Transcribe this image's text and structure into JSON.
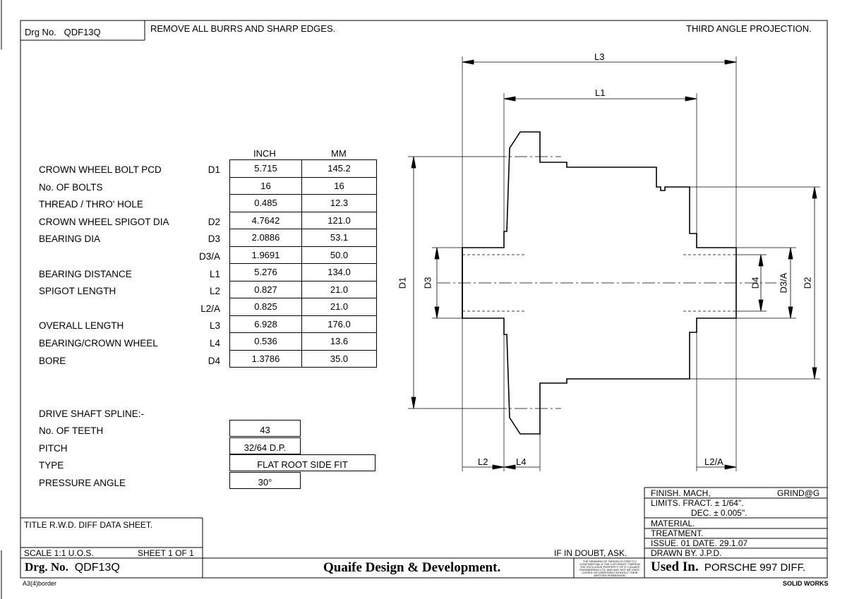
{
  "header": {
    "drg_no_label": "Drg No.",
    "drg_no": "QDF13Q",
    "note": "REMOVE ALL BURRS AND SHARP EDGES.",
    "projection": "THIRD ANGLE PROJECTION."
  },
  "dimensions_table": {
    "col_inch": "INCH",
    "col_mm": "MM",
    "rows": [
      {
        "label": "CROWN WHEEL BOLT PCD",
        "code": "D1",
        "inch": "5.715",
        "mm": "145.2"
      },
      {
        "label": "No. OF BOLTS",
        "code": "",
        "inch": "16",
        "mm": "16"
      },
      {
        "label": "THREAD / THRO' HOLE",
        "code": "",
        "inch": "0.485",
        "mm": "12.3"
      },
      {
        "label": "CROWN WHEEL SPIGOT DIA",
        "code": "D2",
        "inch": "4.7642",
        "mm": "121.0"
      },
      {
        "label": "BEARING DIA",
        "code": "D3",
        "inch": "2.0886",
        "mm": "53.1"
      },
      {
        "label": "",
        "code": "D3/A",
        "inch": "1.9691",
        "mm": "50.0"
      },
      {
        "label": "BEARING DISTANCE",
        "code": "L1",
        "inch": "5.276",
        "mm": "134.0"
      },
      {
        "label": "SPIGOT LENGTH",
        "code": "L2",
        "inch": "0.827",
        "mm": "21.0"
      },
      {
        "label": "",
        "code": "L2/A",
        "inch": "0.825",
        "mm": "21.0"
      },
      {
        "label": "OVERALL LENGTH",
        "code": "L3",
        "inch": "6.928",
        "mm": "176.0"
      },
      {
        "label": "BEARING/CROWN WHEEL",
        "code": "L4",
        "inch": "0.536",
        "mm": "13.6"
      },
      {
        "label": "BORE",
        "code": "D4",
        "inch": "1.3786",
        "mm": "35.0"
      }
    ]
  },
  "spline": {
    "heading": "DRIVE SHAFT SPLINE:-",
    "rows": [
      {
        "label": "No. OF TEETH",
        "value": "43"
      },
      {
        "label": "PITCH",
        "value": "32/64 D.P."
      },
      {
        "label": "TYPE",
        "value": "FLAT ROOT SIDE FIT"
      },
      {
        "label": "PRESSURE ANGLE",
        "value": "30°"
      }
    ]
  },
  "drawing_labels": {
    "L3": "L3",
    "L1": "L1",
    "L2": "L2",
    "L4": "L4",
    "L2A": "L2/A",
    "D1": "D1",
    "D3": "D3",
    "D4": "D4",
    "D3A": "D3/A",
    "D2": "D2"
  },
  "title_block": {
    "title": "TITLE  R.W.D. DIFF DATA SHEET.",
    "scale": "SCALE 1:1 U.O.S.",
    "sheet": "SHEET 1 OF 1",
    "drg_no_label": "Drg. No.",
    "drg_no": "QDF13Q",
    "company": "Quaife Design & Development.",
    "if_in_doubt": "IF IN DOUBT, ASK.",
    "confidential": "THE DRAWING OF DESIGN IS STRICTLY CONFIDENTIAL & THE COPYRIGHT THEREIN THE EXCLUSIVE PROPERTY OF R.T.QUAIFE ENGINEERING LTD. AND MAY NOT BE USED, COPIED OR DISPERSED WITHOUT THEIR WRITTEN PERMISSION.",
    "finish_label": "FINISH.  MACH,",
    "finish_value": "GRIND@G",
    "limits_fract": "LIMITS.  FRACT.  ±  1/64\".",
    "limits_dec": "DEC.  ±  0.005\".",
    "material": "MATERIAL.",
    "treatment": "TREATMENT.",
    "issue": "ISSUE.  01    DATE.  29.1.07",
    "drawn_by": "DRAWN BY.  J.P.D.",
    "used_in_label": "Used In.",
    "used_in_value": "PORSCHE 997 DIFF.",
    "border": "A3(4)border",
    "solid_works": "SOLID WORKS"
  }
}
